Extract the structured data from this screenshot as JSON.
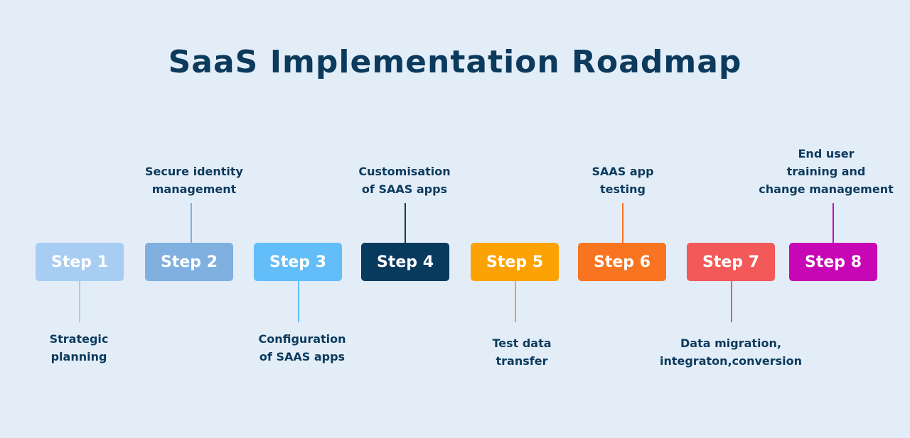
{
  "title": "SaaS Implementation Roadmap",
  "colors": {
    "background": "#e3edf8",
    "title": "#0b3a5c",
    "label": "#0b3a5c"
  },
  "steps": [
    {
      "label": "Step 1",
      "description": "Strategic\nplanning",
      "description_side": "below",
      "color": "#a7cdf3"
    },
    {
      "label": "Step 2",
      "description": "Secure identity\nmanagement",
      "description_side": "above",
      "color": "#7fb0e0"
    },
    {
      "label": "Step 3",
      "description": "Configuration\nof SAAS apps",
      "description_side": "below",
      "color": "#63bdf8"
    },
    {
      "label": "Step 4",
      "description": "Customisation\nof SAAS apps",
      "description_side": "above",
      "color": "#083a5e"
    },
    {
      "label": "Step 5",
      "description": "Test data\ntransfer",
      "description_side": "below",
      "color": "#fda203"
    },
    {
      "label": "Step 6",
      "description": "SAAS app\ntesting",
      "description_side": "above",
      "color": "#f87420"
    },
    {
      "label": "Step 7",
      "description": "Data migration,\nintegraton,conversion",
      "description_side": "below",
      "color": "#f25958"
    },
    {
      "label": "Step 8",
      "description": "End user\ntraining and\nchange management",
      "description_side": "above",
      "color": "#c706b6"
    }
  ]
}
